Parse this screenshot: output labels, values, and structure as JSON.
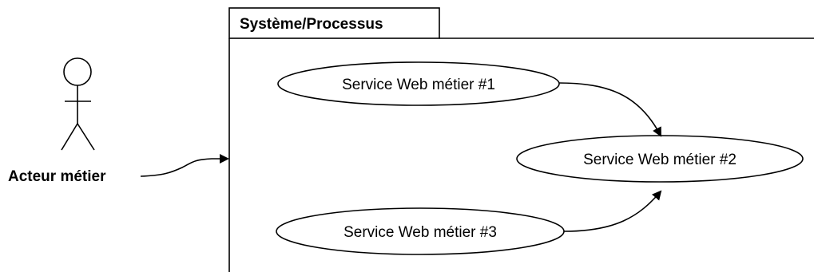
{
  "system": {
    "title": "Système/Processus"
  },
  "actor": {
    "label": "Acteur métier"
  },
  "use_cases": [
    {
      "label": "Service Web métier #1"
    },
    {
      "label": "Service Web métier #2"
    },
    {
      "label": "Service Web métier #3"
    }
  ]
}
